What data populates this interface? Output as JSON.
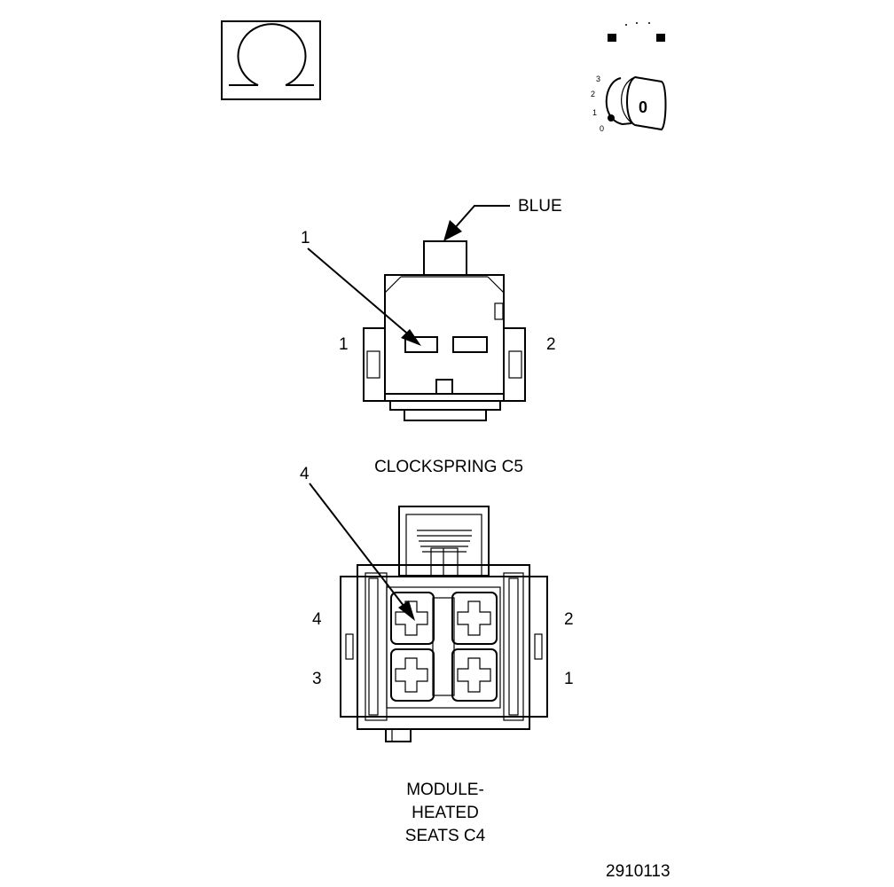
{
  "ignition_key": {
    "key_label": "0",
    "positions": [
      "3",
      "2",
      "1",
      "0"
    ]
  },
  "clockspring_c5": {
    "wire_color": "BLUE",
    "callout_cavity": "1",
    "cavity_left": "1",
    "cavity_right": "2",
    "name": "CLOCKSPRING C5"
  },
  "module_heated_seats_c4": {
    "callout_cavity": "4",
    "cavity_top_left": "4",
    "cavity_bottom_left": "3",
    "cavity_top_right": "2",
    "cavity_bottom_right": "1",
    "name_line1": "MODULE-",
    "name_line2": "HEATED",
    "name_line3": "SEATS C4"
  },
  "figure_number": "2910113"
}
